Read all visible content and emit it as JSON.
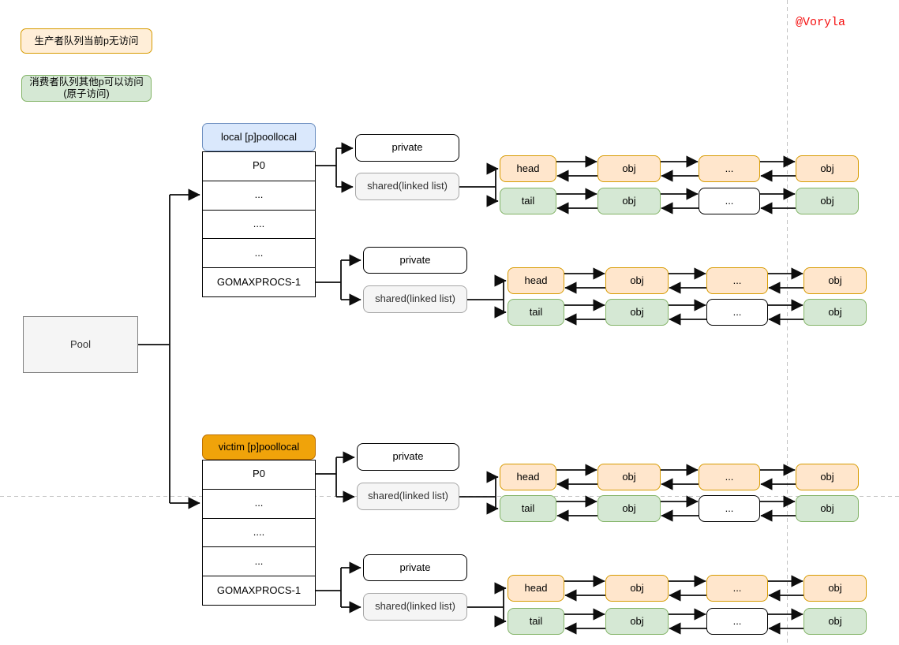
{
  "watermark": {
    "label": "@Voryla"
  },
  "legend": [
    {
      "id": "producer",
      "label": "生产者队列当前p无访问",
      "fill": "#ffeed8",
      "stroke": "#d79b00"
    },
    {
      "id": "consumer",
      "label": "消费者队列其他p可以访问(原子访问)",
      "fill": "#d5e8d4",
      "stroke": "#82b366"
    }
  ],
  "pool": {
    "label": "Pool"
  },
  "tables": [
    {
      "id": "local",
      "header": "local [p]poollocal",
      "header_fill": "#dae8fc",
      "header_stroke": "#6c8ebf",
      "rows": [
        "P0",
        "...",
        "....",
        "...",
        "GOMAXPROCS-1"
      ]
    },
    {
      "id": "victim",
      "header": "victim [p]poollocal",
      "header_fill": "#f0a30a",
      "header_stroke": "#bd7000",
      "rows": [
        "P0",
        "...",
        "....",
        "...",
        "GOMAXPROCS-1"
      ]
    }
  ],
  "groups": [
    {
      "id": "local-p0",
      "private": "private",
      "shared": "shared(linked list)",
      "head_row": [
        {
          "label": "head",
          "style": "orange"
        },
        {
          "label": "obj",
          "style": "orange"
        },
        {
          "label": "...",
          "style": "orange"
        },
        {
          "label": "obj",
          "style": "orange"
        }
      ],
      "tail_row": [
        {
          "label": "tail",
          "style": "green"
        },
        {
          "label": "obj",
          "style": "green"
        },
        {
          "label": "...",
          "style": "white"
        },
        {
          "label": "obj",
          "style": "green"
        }
      ]
    },
    {
      "id": "local-gomaxprocs-1",
      "private": "private",
      "shared": "shared(linked list)",
      "head_row": [
        {
          "label": "head",
          "style": "orange"
        },
        {
          "label": "obj",
          "style": "orange"
        },
        {
          "label": "...",
          "style": "orange"
        },
        {
          "label": "obj",
          "style": "orange"
        }
      ],
      "tail_row": [
        {
          "label": "tail",
          "style": "green"
        },
        {
          "label": "obj",
          "style": "green"
        },
        {
          "label": "...",
          "style": "white"
        },
        {
          "label": "obj",
          "style": "green"
        }
      ]
    },
    {
      "id": "victim-p0",
      "private": "private",
      "shared": "shared(linked list)",
      "head_row": [
        {
          "label": "head",
          "style": "orange"
        },
        {
          "label": "obj",
          "style": "orange"
        },
        {
          "label": "...",
          "style": "orange"
        },
        {
          "label": "obj",
          "style": "orange"
        }
      ],
      "tail_row": [
        {
          "label": "tail",
          "style": "green"
        },
        {
          "label": "obj",
          "style": "green"
        },
        {
          "label": "...",
          "style": "white"
        },
        {
          "label": "obj",
          "style": "green"
        }
      ]
    },
    {
      "id": "victim-gomaxprocs-1",
      "private": "private",
      "shared": "shared(linked list)",
      "head_row": [
        {
          "label": "head",
          "style": "orange"
        },
        {
          "label": "obj",
          "style": "orange"
        },
        {
          "label": "...",
          "style": "orange"
        },
        {
          "label": "obj",
          "style": "orange"
        }
      ],
      "tail_row": [
        {
          "label": "tail",
          "style": "green"
        },
        {
          "label": "obj",
          "style": "green"
        },
        {
          "label": "...",
          "style": "white"
        },
        {
          "label": "obj",
          "style": "green"
        }
      ]
    }
  ],
  "colors": {
    "orange_fill": "#ffe6cc",
    "orange_stroke": "#d79b00",
    "green_fill": "#d5e8d4",
    "green_stroke": "#82b366",
    "white_fill": "#ffffff",
    "black_stroke": "#000000",
    "gray_fill": "#f5f5f5",
    "gray_stroke": "#a6a6a6",
    "pool_stroke": "#7f7f7f",
    "connector": "#0d0d0d",
    "dashed_guide": "#c3c3c3",
    "watermark": "#f50f0f"
  }
}
